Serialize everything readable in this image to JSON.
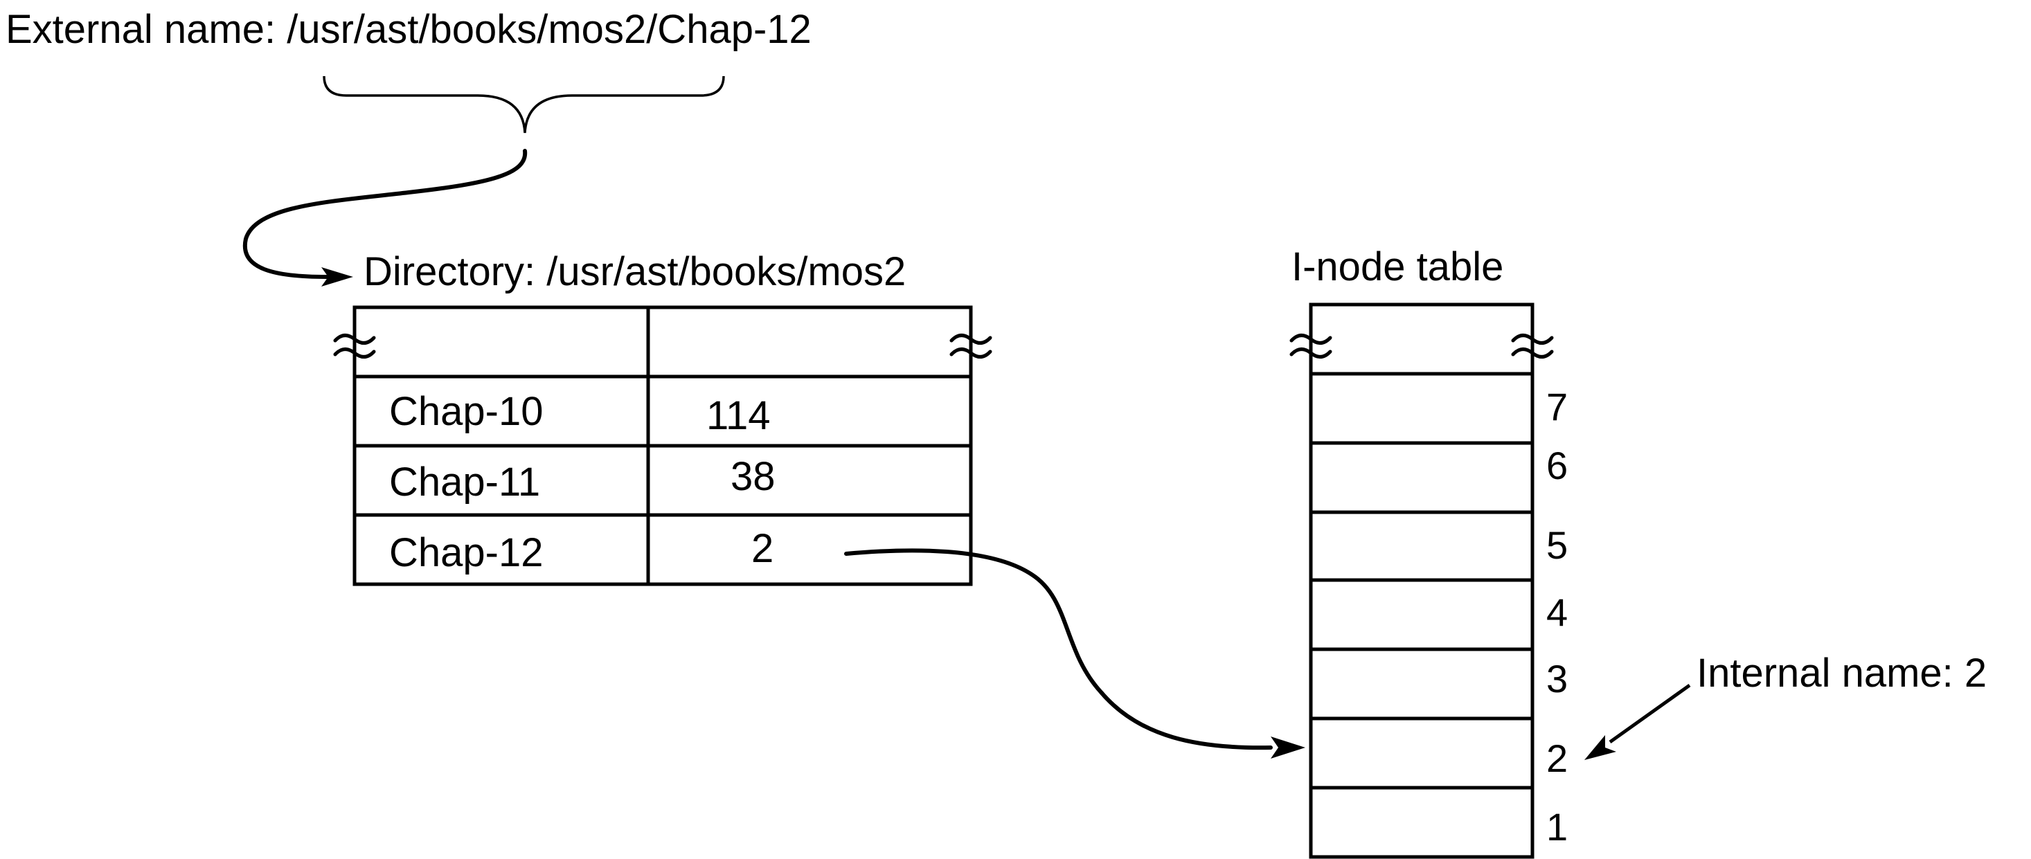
{
  "external_name_label": "External name: /usr/ast/books/mos2/Chap-12",
  "directory": {
    "title": "Directory: /usr/ast/books/mos2",
    "rows": [
      {
        "name": "Chap-10",
        "inode": "114"
      },
      {
        "name": "Chap-11",
        "inode": "38"
      },
      {
        "name": "Chap-12",
        "inode": "2"
      }
    ]
  },
  "inode_table": {
    "title": "I-node table",
    "slot_numbers": [
      "7",
      "6",
      "5",
      "4",
      "3",
      "2",
      "1"
    ]
  },
  "internal_name_label": "Internal name: 2"
}
